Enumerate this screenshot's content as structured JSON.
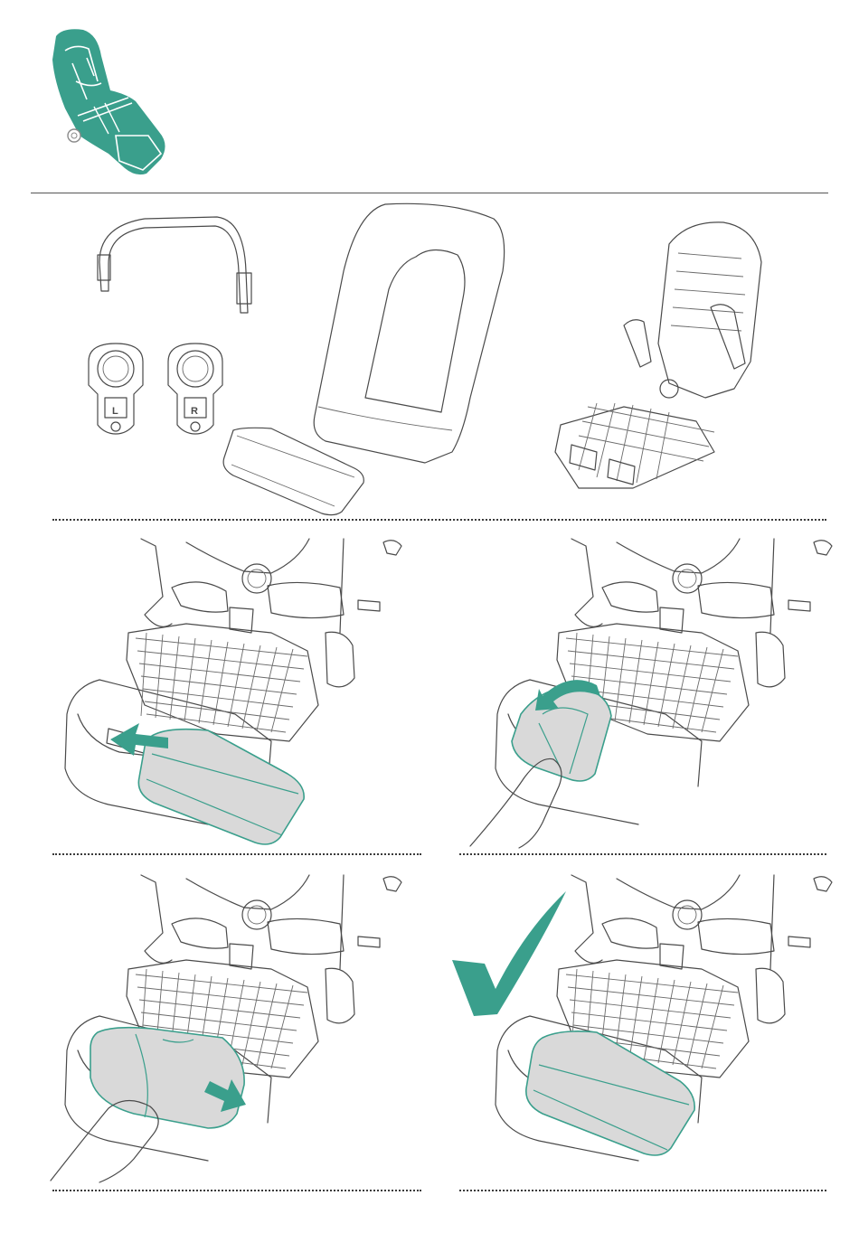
{
  "part_labels": {
    "left_adapter": "L",
    "right_adapter": "R"
  },
  "colors": {
    "accent": "#3a9f8c",
    "liner": "#d9d9d9",
    "line": "#4a4a4a"
  },
  "icons": [
    "seat-unit-icon",
    "bumper-bar",
    "left-adapter",
    "right-adapter",
    "seat-fabric",
    "footmuff-liner",
    "seat-frame",
    "arrow-left-icon",
    "arrow-curve-icon",
    "arrow-right-icon",
    "checkmark-icon"
  ]
}
